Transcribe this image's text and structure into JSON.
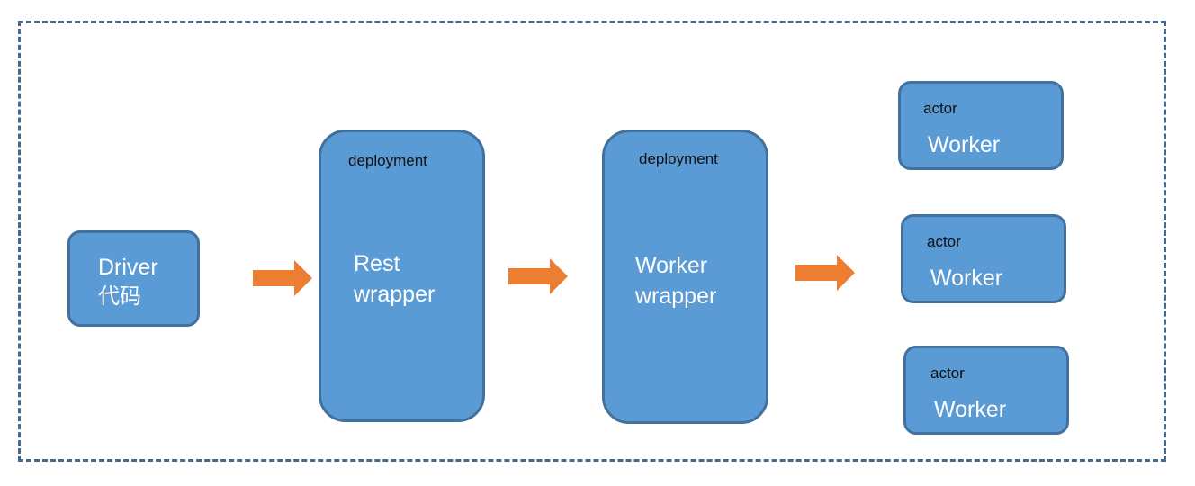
{
  "colors": {
    "box_fill": "#5b9bd5",
    "box_border": "#41719c",
    "arrow": "#ed7d31",
    "frame_border": "#44698a",
    "label_text": "#111111",
    "box_text": "#ffffff"
  },
  "driver": {
    "line1": "Driver",
    "line2": "代码"
  },
  "rest_wrapper": {
    "tag": "deployment",
    "line1": "Rest",
    "line2": "wrapper"
  },
  "worker_wrapper": {
    "tag": "deployment",
    "line1": "Worker",
    "line2": "wrapper"
  },
  "actors": [
    {
      "tag": "actor",
      "label": "Worker"
    },
    {
      "tag": "actor",
      "label": "Worker"
    },
    {
      "tag": "actor",
      "label": "Worker"
    }
  ],
  "arrows": [
    {
      "icon": "right-arrow-icon"
    },
    {
      "icon": "right-arrow-icon"
    },
    {
      "icon": "right-arrow-icon"
    }
  ]
}
